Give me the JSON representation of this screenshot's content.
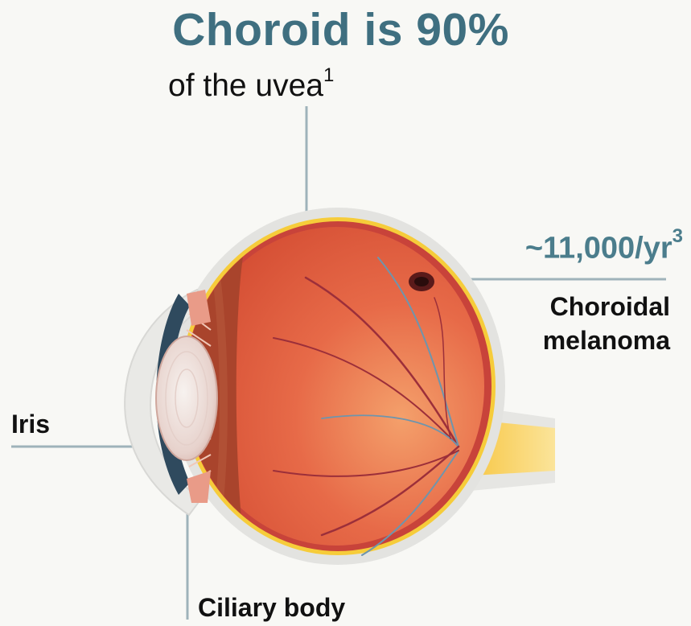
{
  "title": "Choroid is 90%",
  "subtitle": {
    "text": "of the uvea",
    "superscript": "1"
  },
  "stat": {
    "value": "~11,000/yr",
    "superscript": "3"
  },
  "labels": {
    "melanoma": "Choroidal melanoma",
    "iris": "Iris",
    "ciliary_body": "Ciliary body"
  },
  "colors": {
    "title": "#3f6f80",
    "leader_line": "#9fb3ba",
    "sclera": "#e3e3e0",
    "choroid_yellow": "#f6cc3a",
    "eye_interior": "#e0573d",
    "background": "#f8f8f5"
  }
}
